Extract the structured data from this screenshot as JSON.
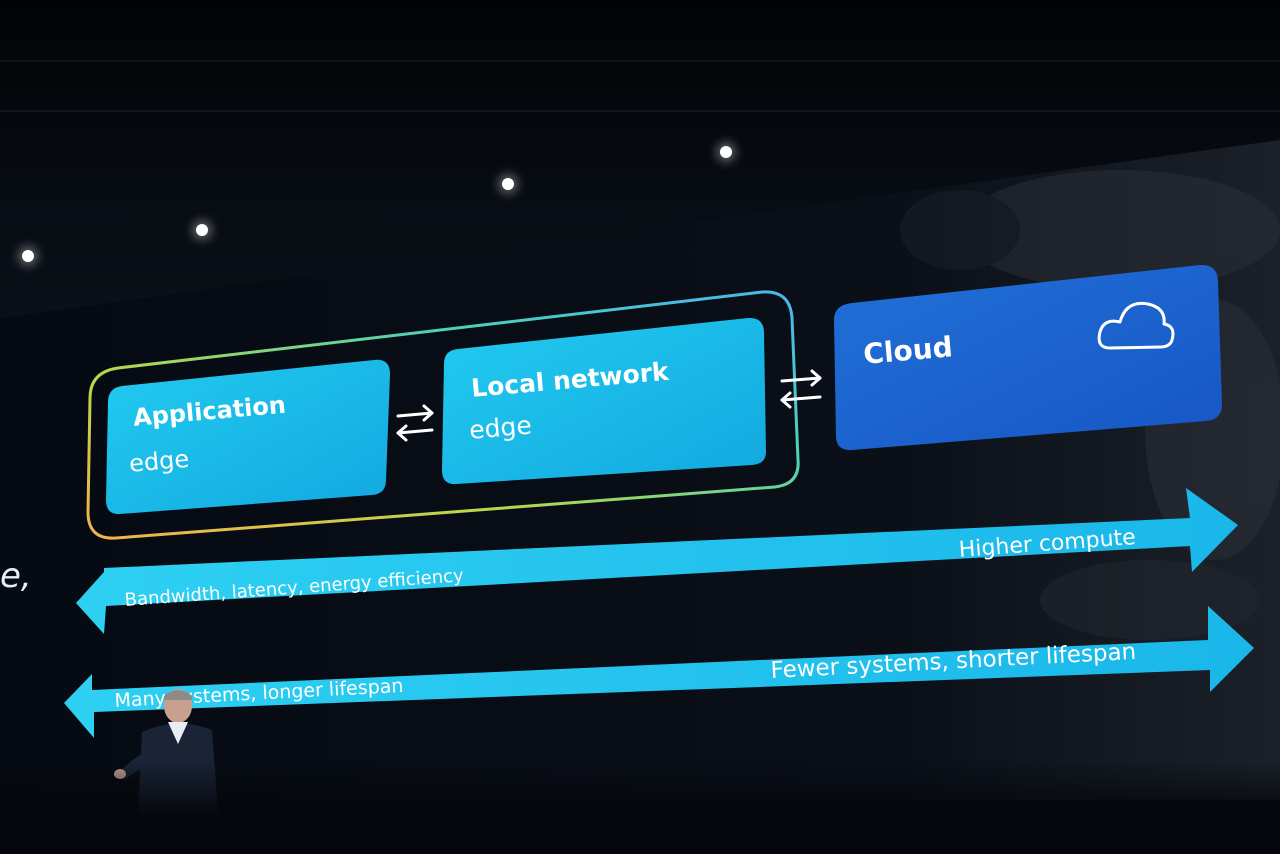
{
  "slide": {
    "boxes": {
      "application": {
        "title": "Application",
        "subtitle": "edge"
      },
      "local_network": {
        "title": "Local network",
        "subtitle": "edge"
      },
      "cloud": {
        "title": "Cloud"
      }
    },
    "arrow_top": {
      "left_label": "Bandwidth, latency, energy efficiency",
      "right_label": "Higher compute"
    },
    "arrow_bottom": {
      "left_label": "Many systems, longer lifespan",
      "right_label": "Fewer systems, shorter lifespan"
    },
    "partial_left_text": "e,"
  },
  "colors": {
    "edge_box": "#1fc3ea",
    "cloud_box": "#1f66d4",
    "arrow": "#27c6ee",
    "background": "#05070c"
  },
  "icons": [
    "bidirectional-arrow-icon",
    "cloud-icon"
  ]
}
